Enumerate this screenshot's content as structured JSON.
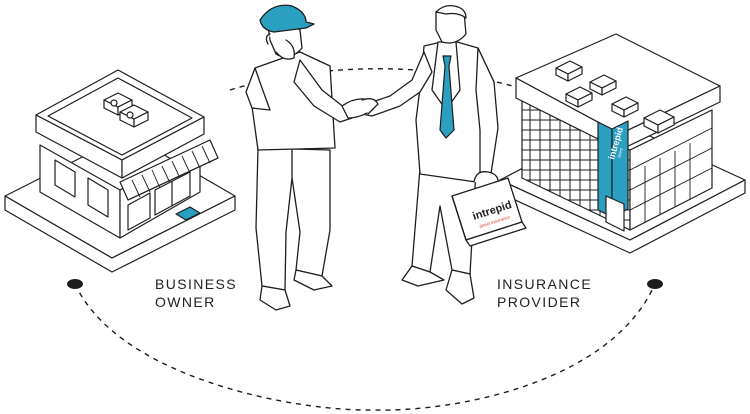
{
  "colors": {
    "accent": "#2a9fc0",
    "line": "#1e1e1e",
    "brand_red": "#e0332f"
  },
  "business_owner": {
    "line1": "BUSINESS",
    "line2": "OWNER"
  },
  "insurance_provider": {
    "line1": "INSURANCE",
    "line2": "PROVIDER"
  },
  "briefcase": {
    "brand": "intrepid",
    "tagline": "direct insurance"
  },
  "building_sign": {
    "brand": "intrepid",
    "tagline": "direct"
  }
}
